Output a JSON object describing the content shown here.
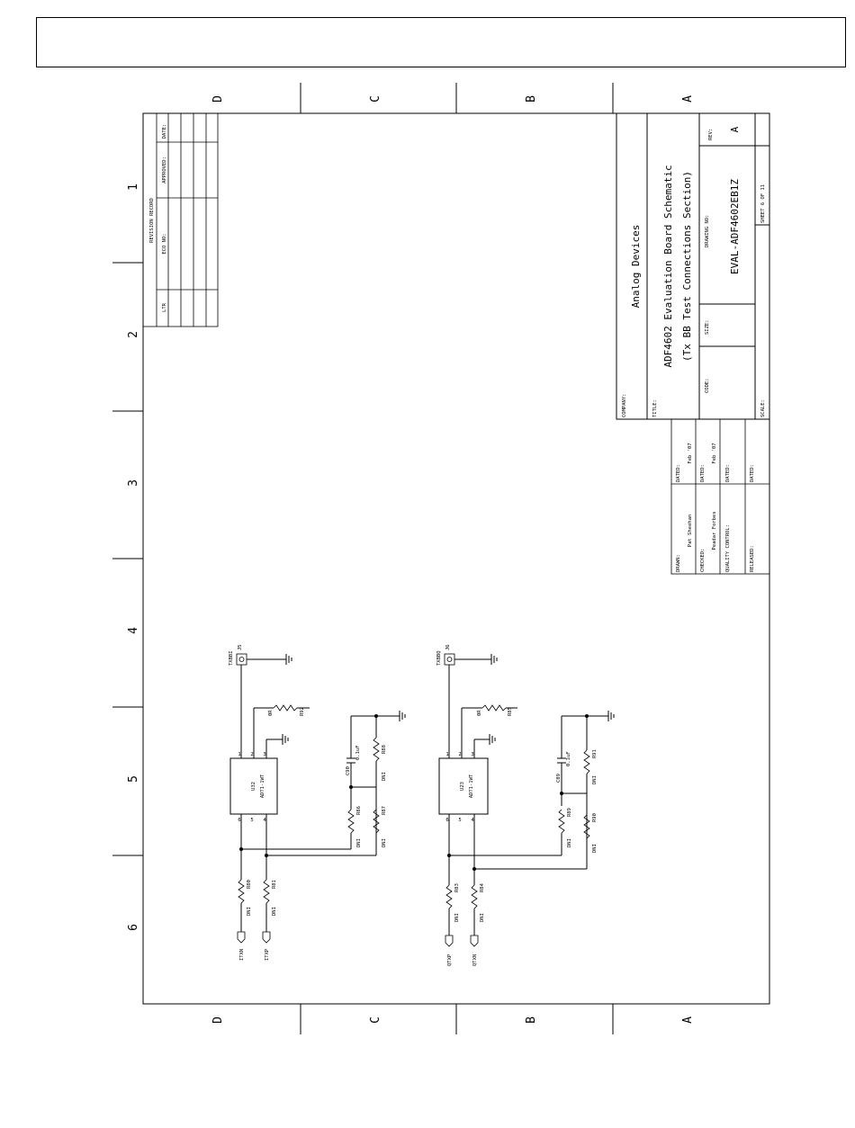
{
  "zones": {
    "rows": [
      "D",
      "C",
      "B",
      "A"
    ],
    "cols": [
      "1",
      "2",
      "3",
      "4",
      "5",
      "6"
    ]
  },
  "revision": {
    "title": "REVISION RECORD",
    "ltr": "LTR",
    "eco": "ECO NO:",
    "approved": "APPROVED:",
    "date": "DATE:"
  },
  "title_block": {
    "company_label": "COMPANY:",
    "company": "Analog Devices",
    "title_label": "TITLE:",
    "title_line1": "ADF4602 Evaluation Board Schematic",
    "title_line2": "(Tx BB Test Connections Section)",
    "code_label": "CODE:",
    "size_label": "SIZE:",
    "drawing_label": "DRAWING NO:",
    "drawing_no": "EVAL-ADF4602EB1Z",
    "rev_label": "REV:",
    "rev": "A",
    "scale_label": "SCALE:",
    "sheet_text": "SHEET  6  OF  11"
  },
  "approvals": {
    "drawn_label": "DRAWN:",
    "drawn_by": "Pat Sheehan",
    "checked_label": "CHECKED:",
    "checked_by": "Peadar Forbes",
    "qc_label": "QUALITY CONTROL:",
    "released_label": "RELEASED:",
    "dated_label": "DATED:",
    "drawn_date": "Feb '07",
    "checked_date": "Feb '07"
  },
  "circuit_i": {
    "connector": "J5",
    "connector_net": "TXBBI",
    "transformer": "U32",
    "transformer_part": "ADT1-1WT",
    "pins": [
      "1",
      "2",
      "3",
      "4",
      "5",
      "6"
    ],
    "r_top": "R92",
    "r_top_val": "0R",
    "cap": "C90",
    "cap_val": "0.1uF",
    "r_a": "R88",
    "r_b": "R86",
    "r_c": "R87",
    "r_in1": "R80",
    "r_in2": "R81",
    "dni": "DNI",
    "net1": "ITXN",
    "net2": "ITXP"
  },
  "circuit_q": {
    "connector": "J6",
    "connector_net": "TXBBQ",
    "transformer": "U23",
    "transformer_part": "ADT1-1WT",
    "pins": [
      "1",
      "2",
      "3",
      "4",
      "5",
      "6"
    ],
    "r_top": "R85",
    "r_top_val": "0R",
    "cap": "C89",
    "cap_val": "0.1uF",
    "r_a": "R91",
    "r_b": "R89",
    "r_c": "R90",
    "r_in1": "R83",
    "r_in2": "R84",
    "dni": "DNI",
    "net1": "QTXP",
    "net2": "QTXN"
  }
}
